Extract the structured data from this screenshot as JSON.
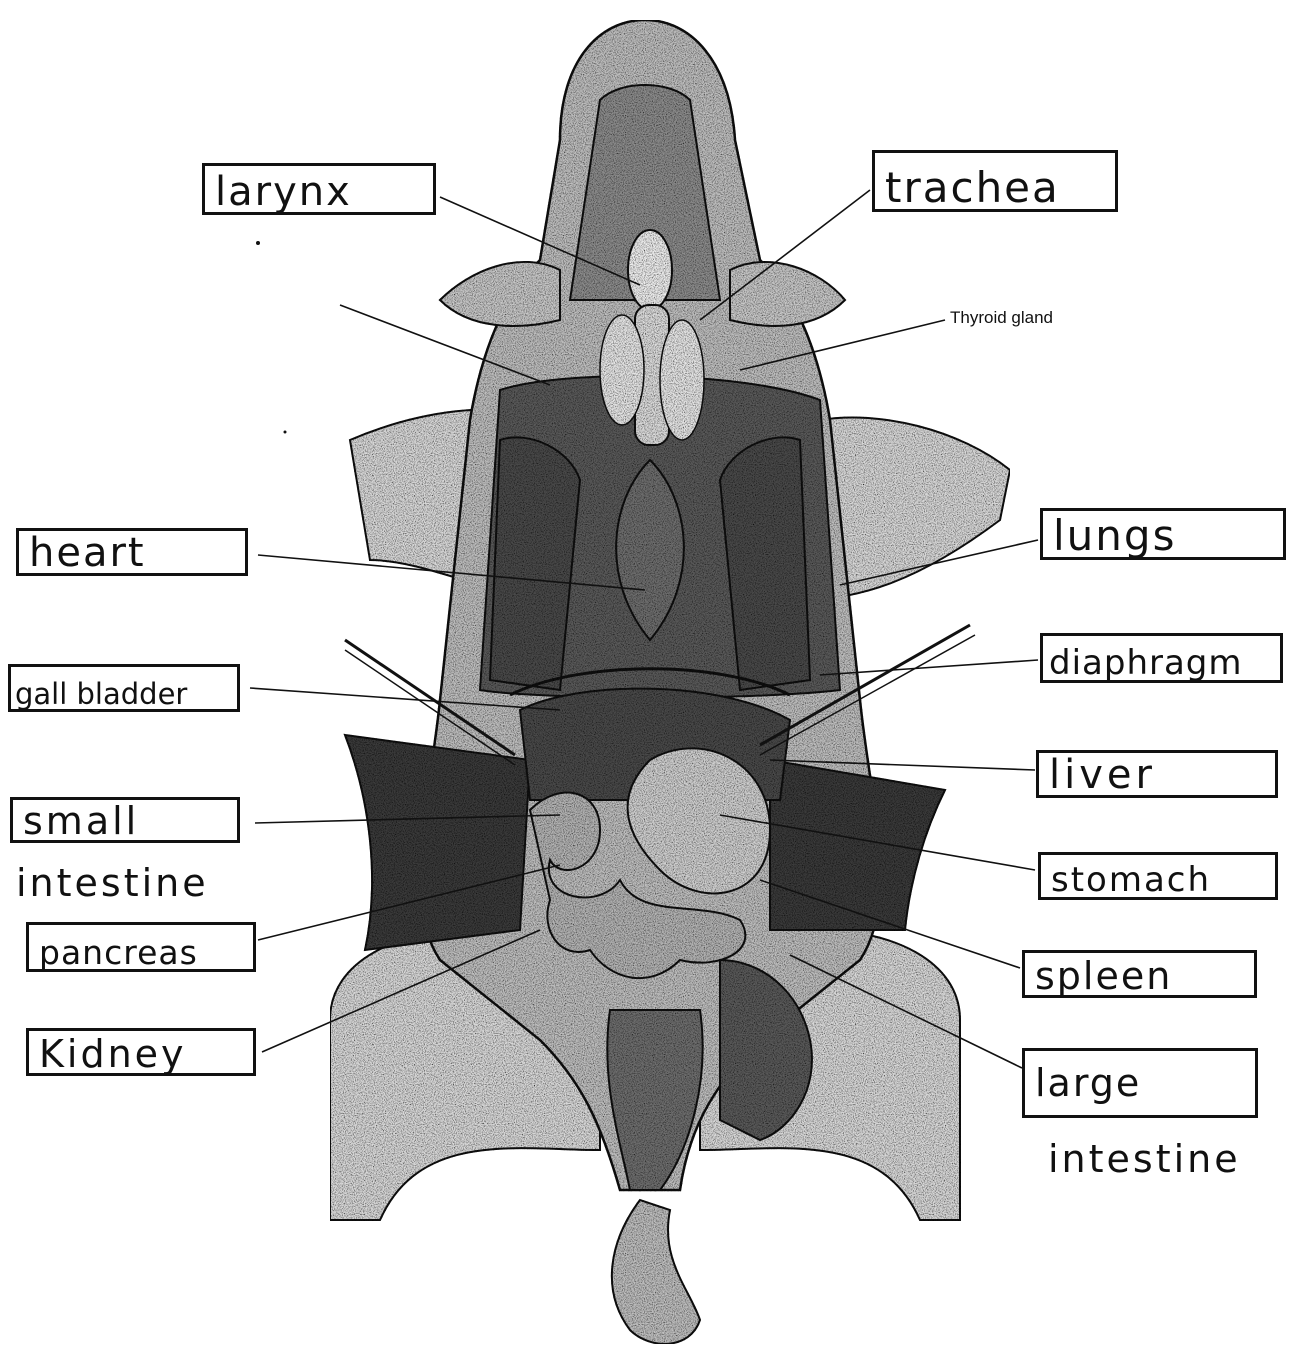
{
  "labels": {
    "larynx": "larynx",
    "trachea": "trachea",
    "thyroid_gland": "Thyroid gland",
    "heart": "heart",
    "lungs": "lungs",
    "gall_bladder": "gall bladder",
    "diaphragm": "diaphragm",
    "small_intestine_line1": "small",
    "small_intestine_line2": "intestine",
    "liver": "liver",
    "stomach": "stomach",
    "pancreas": "pancreas",
    "spleen": "spleen",
    "kidney": "Kidney",
    "large_intestine_line1": "large",
    "large_intestine_line2": "intestine"
  },
  "colors": {
    "ink": "#111111",
    "tissue_light": "#d9d9d9",
    "tissue_mid": "#a6a6a6",
    "tissue_dark": "#5a5a5a",
    "tissue_darkest": "#3a3a3a",
    "paper": "#ffffff"
  }
}
